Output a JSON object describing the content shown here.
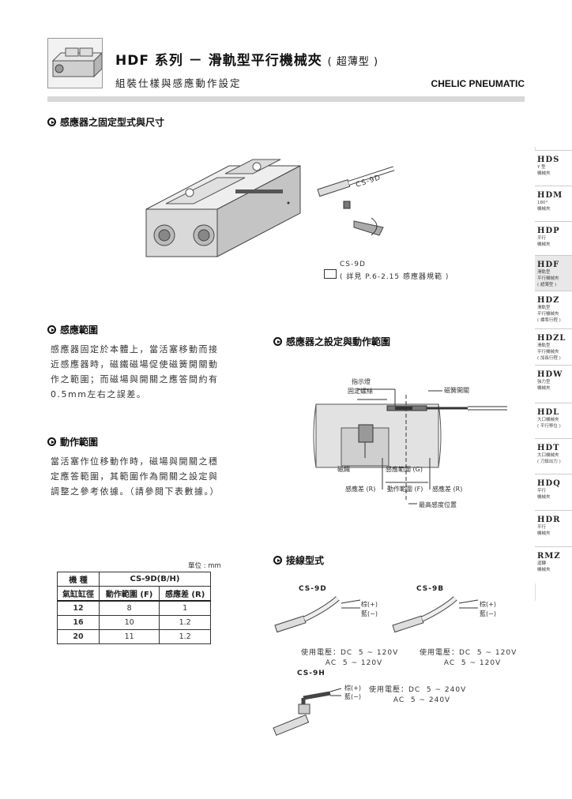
{
  "header": {
    "title_main": "HDF 系列 － 滑軌型平行機械夾",
    "title_sub": "( 超薄型 )",
    "subtitle": "組裝仕樣與感應動作設定",
    "brand": "CHELIC PNEUMATIC"
  },
  "sections": {
    "mount": {
      "heading": "感應器之固定型式與尺寸"
    },
    "sensing": {
      "heading": "感應範圍",
      "text": "感應器固定於本體上，當活塞移動而接近感應器時，磁鐵磁場促使磁簧開關動作之範圍；而磁場與開關之應答間約有0.5mm左右之誤差。"
    },
    "action": {
      "heading": "動作範圍",
      "text": "當活塞作位移動作時，磁場與開關之穩定應答範圍，其範圍作為開關之設定與調整之參考依據。（請參閱下表數據。）"
    },
    "setting": {
      "heading": "感應器之設定與動作範圍"
    },
    "wiring": {
      "heading": "接線型式"
    }
  },
  "drawing_labels": {
    "cs9d_top": "CS-9D",
    "cs9d_ref": "CS-9D",
    "cs9d_ref_note": "( 詳見 P.6-2.15 感應器規範 )",
    "indicator": "指示燈",
    "fix_screw": "固定螺絲",
    "reed_switch": "磁簧開關",
    "magnet": "磁鐵",
    "sense_range": "感應範圍 (G)",
    "hysteresis_r_left": "感應差 (R)",
    "action_range": "動作範圍 (F)",
    "hysteresis_r_right": "感應差 (R)",
    "best_pos": "最高感度位置"
  },
  "table": {
    "unit": "單位 : mm",
    "header_model": "機 種",
    "header_sensor": "CS-9D(B/H)",
    "header_bore": "氣缸缸徑",
    "header_range": "動作範圍 (F)",
    "header_hyst": "感應差 (R)",
    "rows": [
      {
        "bore": "12",
        "range": "8",
        "hyst": "1"
      },
      {
        "bore": "16",
        "range": "10",
        "hyst": "1.2"
      },
      {
        "bore": "20",
        "range": "11",
        "hyst": "1.2"
      }
    ]
  },
  "wiring": {
    "items": [
      {
        "name": "CS-9D",
        "brown": "棕(+)",
        "blue": "藍(−)",
        "voltage": "使用電壓：DC  5 ~ 120V\n        AC  5 ~ 120V"
      },
      {
        "name": "CS-9B",
        "brown": "棕(+)",
        "blue": "藍(−)",
        "voltage": "使用電壓：DC  5 ~ 120V\n        AC  5 ~ 120V"
      },
      {
        "name": "CS-9H",
        "brown": "棕(+)",
        "blue": "藍(−)",
        "voltage": "使用電壓：DC  5 ~ 240V\n        AC  5 ~ 240V"
      }
    ]
  },
  "sidebar": [
    {
      "code": "HDS",
      "desc": "Y 型\n機械夾"
    },
    {
      "code": "HDM",
      "desc": "180°\n機械夾"
    },
    {
      "code": "HDP",
      "desc": "平行\n機械夾"
    },
    {
      "code": "HDF",
      "desc": "滑軌型\n平行機械夾\n( 超薄型 )"
    },
    {
      "code": "HDZ",
      "desc": "滑軌型\n平行機械夾\n( 標準行程 )"
    },
    {
      "code": "HDZL",
      "desc": "滑軌型\n平行機械夾\n( 加長行程 )"
    },
    {
      "code": "HDW",
      "desc": "強力型\n機械夾"
    },
    {
      "code": "HDL",
      "desc": "大口機械夾\n( 平行移位 )"
    },
    {
      "code": "HDT",
      "desc": "大口機械夾\n( 刀鈕出力 )"
    },
    {
      "code": "HDQ",
      "desc": "平行\n機械夾"
    },
    {
      "code": "HDR",
      "desc": "平行\n機械夾"
    },
    {
      "code": "RMZ",
      "desc": "迴轉\n機械夾"
    }
  ]
}
